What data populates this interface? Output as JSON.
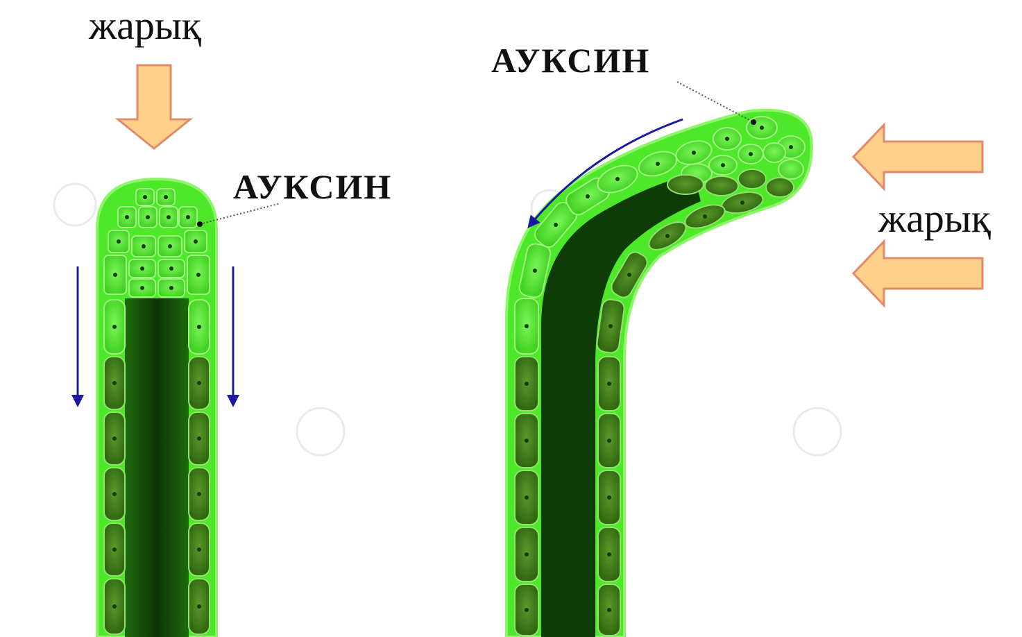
{
  "left_panel": {
    "light_label": "жарық",
    "auxin_label": "АУКСИН"
  },
  "right_panel": {
    "light_label": "жарық",
    "auxin_label": "АУКСИН"
  },
  "colors": {
    "cell_light": "#4ee82a",
    "cell_dark": "#3b7d12",
    "core_dark": "#0e3b06",
    "outline": "#6fee3f",
    "light_arrow_fill": "#ffd08a",
    "light_arrow_stroke": "#e08a6a",
    "flow_arrow": "#1a1a9e"
  }
}
